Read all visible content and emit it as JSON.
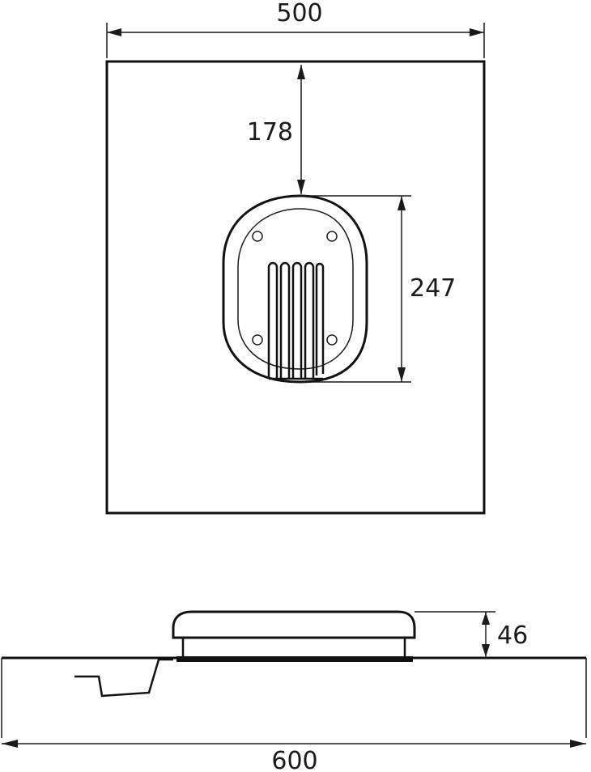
{
  "top_view": {
    "width_label": "500",
    "offset_label": "178",
    "vent_height_label": "247"
  },
  "side_view": {
    "height_label": "46",
    "base_width_label": "600"
  },
  "colors": {
    "line": "#111111",
    "background": "#ffffff"
  }
}
